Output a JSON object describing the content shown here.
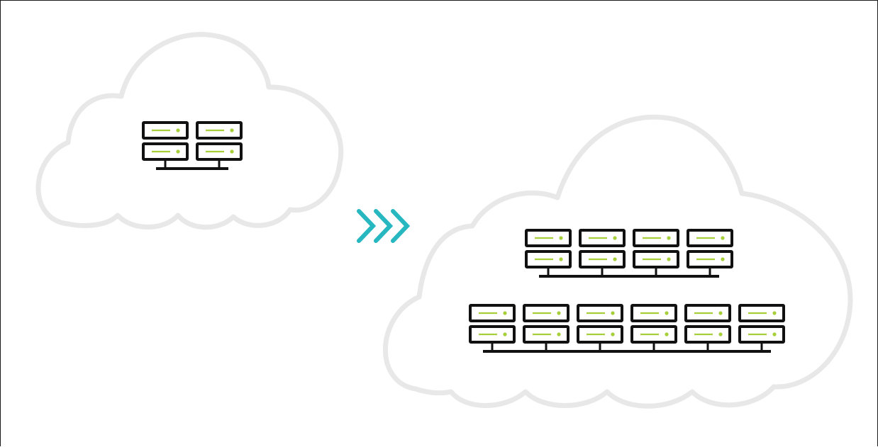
{
  "diagram": {
    "colors": {
      "cloud_outline": "#e8e8e8",
      "server_stroke": "#111111",
      "server_indicator": "#a6cf3a",
      "arrow": "#27b7c0",
      "frame": "#1a1a1a"
    },
    "icons": {
      "small_cloud": "cloud-icon",
      "large_cloud": "cloud-icon",
      "server": "server-icon",
      "arrow": "triple-chevron-right-icon"
    },
    "small_cloud": {
      "server_groups": [
        {
          "columns": 2,
          "rows": 2
        }
      ]
    },
    "large_cloud": {
      "server_groups": [
        {
          "columns": 4,
          "rows": 2
        },
        {
          "columns": 6,
          "rows": 2
        }
      ]
    },
    "arrow": {
      "chevrons": 3
    }
  }
}
